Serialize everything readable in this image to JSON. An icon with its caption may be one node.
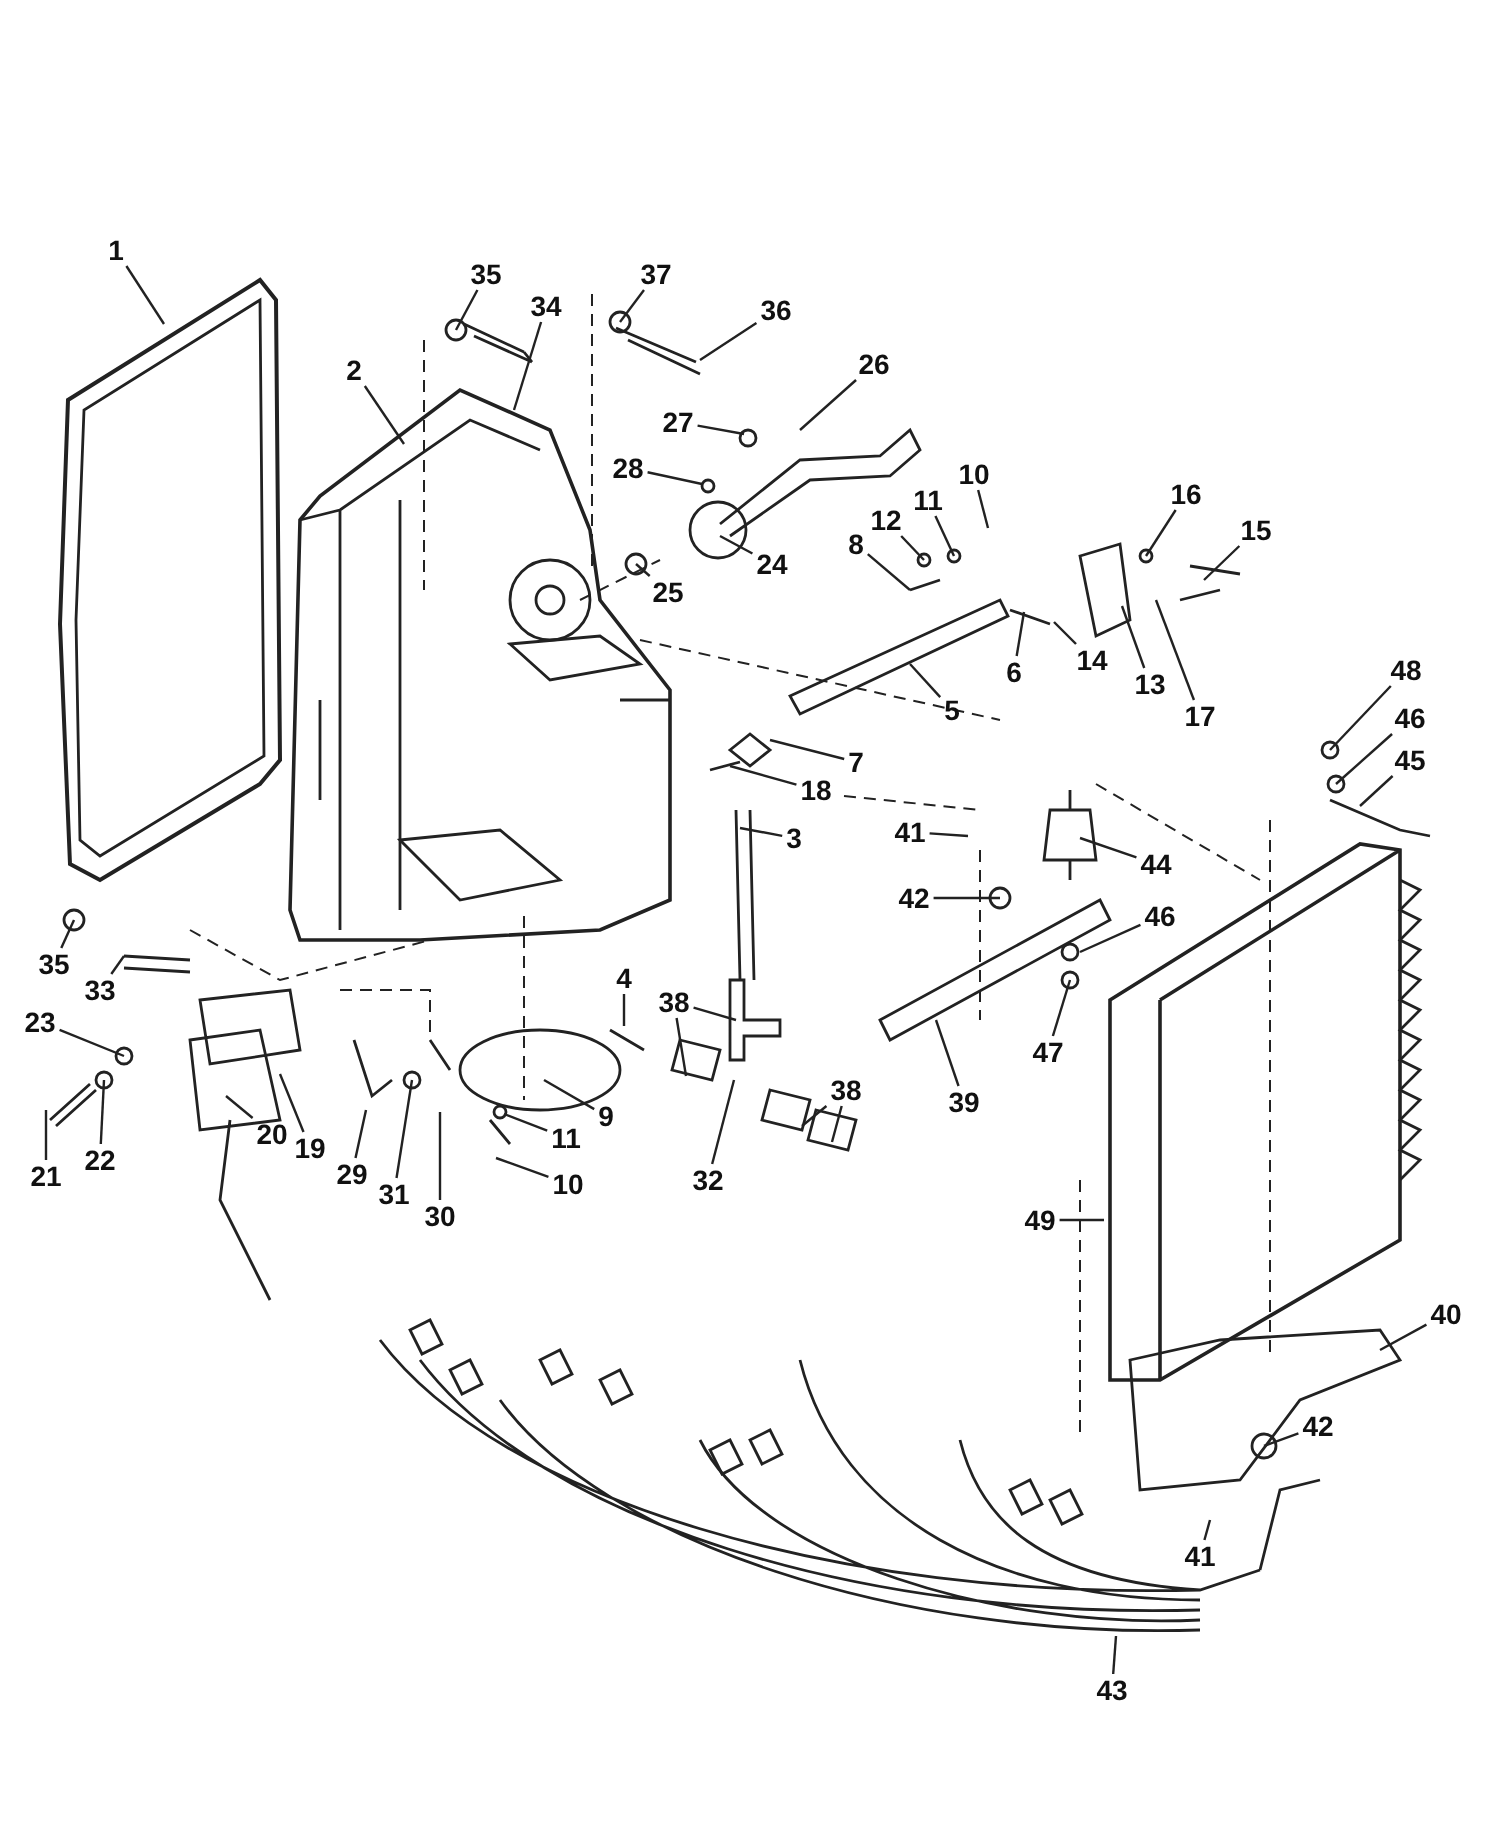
{
  "diagram": {
    "nodes": [
      {
        "text": [
          "1"
        ]
      },
      {
        "text": [
          "35"
        ]
      },
      {
        "text": [
          "37"
        ]
      },
      {
        "text": [
          "34"
        ]
      },
      {
        "text": [
          "36"
        ]
      },
      {
        "text": [
          "26"
        ]
      },
      {
        "text": [
          "2"
        ]
      },
      {
        "text": [
          "27"
        ]
      },
      {
        "text": [
          "28"
        ]
      },
      {
        "text": [
          "10"
        ]
      },
      {
        "text": [
          "11"
        ]
      },
      {
        "text": [
          "12"
        ]
      },
      {
        "text": [
          "16"
        ]
      },
      {
        "text": [
          "15"
        ]
      },
      {
        "text": [
          "8"
        ]
      },
      {
        "text": [
          "24"
        ]
      },
      {
        "text": [
          "25"
        ]
      },
      {
        "text": [
          "14"
        ]
      },
      {
        "text": [
          "6"
        ]
      },
      {
        "text": [
          "13"
        ]
      },
      {
        "text": [
          "5"
        ]
      },
      {
        "text": [
          "17"
        ]
      },
      {
        "text": [
          "48"
        ]
      },
      {
        "text": [
          "46"
        ]
      },
      {
        "text": [
          "45"
        ]
      },
      {
        "text": [
          "7"
        ]
      },
      {
        "text": [
          "18"
        ]
      },
      {
        "text": [
          "41"
        ]
      },
      {
        "text": [
          "3"
        ]
      },
      {
        "text": [
          "44"
        ]
      },
      {
        "text": [
          "42"
        ]
      },
      {
        "text": [
          "46"
        ]
      },
      {
        "text": [
          "35"
        ]
      },
      {
        "text": [
          "33"
        ]
      },
      {
        "text": [
          "4"
        ]
      },
      {
        "text": [
          "23"
        ]
      },
      {
        "text": [
          "38"
        ]
      },
      {
        "text": [
          "47"
        ]
      },
      {
        "text": [
          "39"
        ]
      },
      {
        "text": [
          "38"
        ]
      },
      {
        "text": [
          "9"
        ]
      },
      {
        "text": [
          "11"
        ]
      },
      {
        "text": [
          "20"
        ]
      },
      {
        "text": [
          "19"
        ]
      },
      {
        "text": [
          "22"
        ]
      },
      {
        "text": [
          "29"
        ]
      },
      {
        "text": [
          "21"
        ]
      },
      {
        "text": [
          "10"
        ]
      },
      {
        "text": [
          "31"
        ]
      },
      {
        "text": [
          "32"
        ]
      },
      {
        "text": [
          "30"
        ]
      },
      {
        "text": [
          "49"
        ]
      },
      {
        "text": [
          "40"
        ]
      },
      {
        "text": [
          "42"
        ]
      },
      {
        "text": [
          "41"
        ]
      },
      {
        "text": [
          "43"
        ]
      }
    ],
    "edges": [
      {
        "from": 0,
        "to": null,
        "arrow": "none"
      },
      {
        "from": 1,
        "to": null,
        "arrow": "none"
      },
      {
        "from": 2,
        "to": null,
        "arrow": "none"
      },
      {
        "from": 3,
        "to": null,
        "arrow": "none"
      },
      {
        "from": 4,
        "to": null,
        "arrow": "none"
      },
      {
        "from": 5,
        "to": null,
        "arrow": "none"
      },
      {
        "from": 6,
        "to": null,
        "arrow": "none"
      },
      {
        "from": 7,
        "to": null,
        "arrow": "none"
      },
      {
        "from": 8,
        "to": null,
        "arrow": "none"
      },
      {
        "from": 9,
        "to": null,
        "arrow": "none"
      },
      {
        "from": 10,
        "to": null,
        "arrow": "none"
      },
      {
        "from": 11,
        "to": null,
        "arrow": "none"
      },
      {
        "from": 12,
        "to": null,
        "arrow": "none"
      },
      {
        "from": 13,
        "to": null,
        "arrow": "none"
      },
      {
        "from": 14,
        "to": null,
        "arrow": "none"
      },
      {
        "from": 15,
        "to": null,
        "arrow": "none"
      },
      {
        "from": 16,
        "to": null,
        "arrow": "none"
      },
      {
        "from": 17,
        "to": null,
        "arrow": "none"
      },
      {
        "from": 18,
        "to": null,
        "arrow": "none"
      },
      {
        "from": 19,
        "to": null,
        "arrow": "none"
      },
      {
        "from": 20,
        "to": null,
        "arrow": "none"
      },
      {
        "from": 21,
        "to": null,
        "arrow": "none"
      },
      {
        "from": 22,
        "to": null,
        "arrow": "none"
      },
      {
        "from": 23,
        "to": null,
        "arrow": "none"
      },
      {
        "from": 24,
        "to": null,
        "arrow": "none"
      },
      {
        "from": 25,
        "to": null,
        "arrow": "none"
      },
      {
        "from": 26,
        "to": null,
        "arrow": "none"
      },
      {
        "from": 27,
        "to": null,
        "arrow": "none"
      },
      {
        "from": 28,
        "to": null,
        "arrow": "none"
      },
      {
        "from": 29,
        "to": null,
        "arrow": "none"
      },
      {
        "from": 30,
        "to": null,
        "arrow": "none"
      },
      {
        "from": 31,
        "to": null,
        "arrow": "none"
      },
      {
        "from": 32,
        "to": null,
        "arrow": "none"
      },
      {
        "from": 33,
        "to": null,
        "arrow": "none"
      },
      {
        "from": 34,
        "to": null,
        "arrow": "none"
      },
      {
        "from": 35,
        "to": null,
        "arrow": "none"
      },
      {
        "from": 36,
        "to": null,
        "arrow": "none"
      },
      {
        "from": 36,
        "to": null,
        "arrow": "none"
      },
      {
        "from": 37,
        "to": null,
        "arrow": "none"
      },
      {
        "from": 38,
        "to": null,
        "arrow": "none"
      },
      {
        "from": 39,
        "to": null,
        "arrow": "none"
      },
      {
        "from": 39,
        "to": null,
        "arrow": "none"
      },
      {
        "from": 40,
        "to": null,
        "arrow": "none"
      },
      {
        "from": 41,
        "to": null,
        "arrow": "none"
      },
      {
        "from": 42,
        "to": null,
        "arrow": "none"
      },
      {
        "from": 43,
        "to": null,
        "arrow": "none"
      },
      {
        "from": 44,
        "to": null,
        "arrow": "none"
      },
      {
        "from": 45,
        "to": null,
        "arrow": "none"
      },
      {
        "from": 46,
        "to": null,
        "arrow": "none"
      },
      {
        "from": 47,
        "to": null,
        "arrow": "none"
      },
      {
        "from": 48,
        "to": null,
        "arrow": "none"
      },
      {
        "from": 49,
        "to": null,
        "arrow": "none"
      },
      {
        "from": 50,
        "to": null,
        "arrow": "none"
      },
      {
        "from": 51,
        "to": null,
        "arrow": "none"
      },
      {
        "from": 52,
        "to": null,
        "arrow": "none"
      },
      {
        "from": 53,
        "to": null,
        "arrow": "none"
      },
      {
        "from": 54,
        "to": null,
        "arrow": "none"
      },
      {
        "from": 55,
        "to": null,
        "arrow": "none"
      }
    ]
  }
}
